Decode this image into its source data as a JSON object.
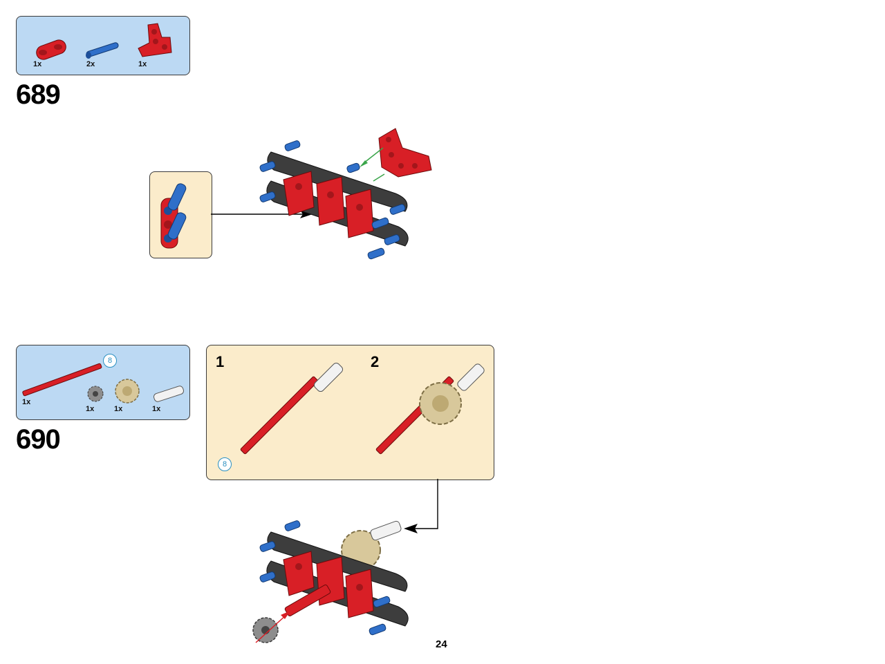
{
  "step689": {
    "number": "689",
    "parts": [
      {
        "name": "red-beam",
        "qty": "1x"
      },
      {
        "name": "blue-pin",
        "qty": "2x"
      },
      {
        "name": "red-t-beam",
        "qty": "1x"
      }
    ]
  },
  "step690": {
    "number": "690",
    "parts": [
      {
        "name": "red-axle",
        "qty": "1x",
        "length": "8"
      },
      {
        "name": "gray-gear",
        "qty": "1x"
      },
      {
        "name": "tan-gear",
        "qty": "1x"
      },
      {
        "name": "white-connector",
        "qty": "1x"
      }
    ],
    "substeps": [
      "1",
      "2"
    ],
    "axle_length": "8"
  },
  "page_number": "24",
  "colors": {
    "parts_box": "#bcd9f3",
    "callout_box": "#fbeccb",
    "red": "#d81f26",
    "blue": "#2f6fc9",
    "dark_gray": "#3a3a3a"
  }
}
